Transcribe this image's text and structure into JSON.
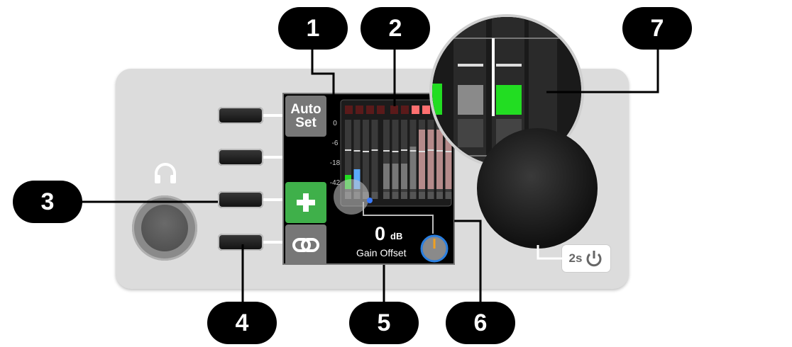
{
  "screen": {
    "autoset_line1": "Auto",
    "autoset_line2": "Set",
    "gain_value": "0",
    "gain_unit": "dB",
    "gain_label": "Gain Offset",
    "scale_labels": [
      "0",
      "-6",
      "-18",
      "-42"
    ]
  },
  "power_button": {
    "label": "2s"
  },
  "callouts": {
    "c1": "1",
    "c2": "2",
    "c3": "3",
    "c4": "4",
    "c5": "5",
    "c6": "6",
    "c7": "7"
  },
  "colors": {
    "green": "#3fb04a",
    "meter_green": "#22dd22",
    "meter_blue": "#5aa9ff",
    "clip_red": "#ff7070",
    "gain_knob_ring": "#2a7fe0"
  }
}
